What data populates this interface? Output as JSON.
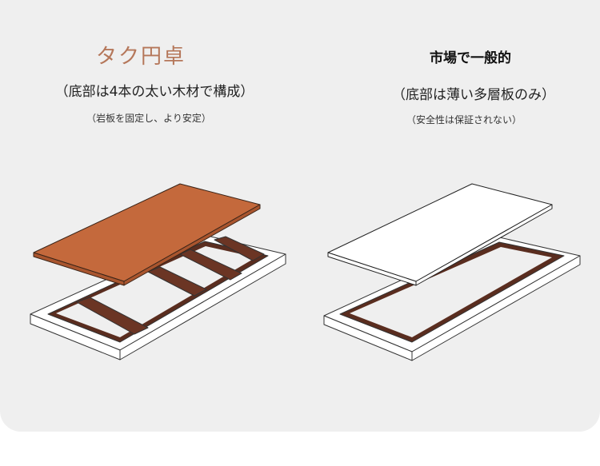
{
  "left": {
    "title": "タク円卓",
    "subtitle": "（底部は4本の太い木材で構成）",
    "note": "（岩板を固定し、より安定）"
  },
  "right": {
    "title": "市場で一般的",
    "subtitle": "（底部は薄い多層板のみ）",
    "note": "（安全性は保証されない）"
  },
  "colors": {
    "board_left": "#c4693c",
    "wood": "#5a2d1f",
    "title_left": "#b5775a",
    "background": "#efefef"
  }
}
